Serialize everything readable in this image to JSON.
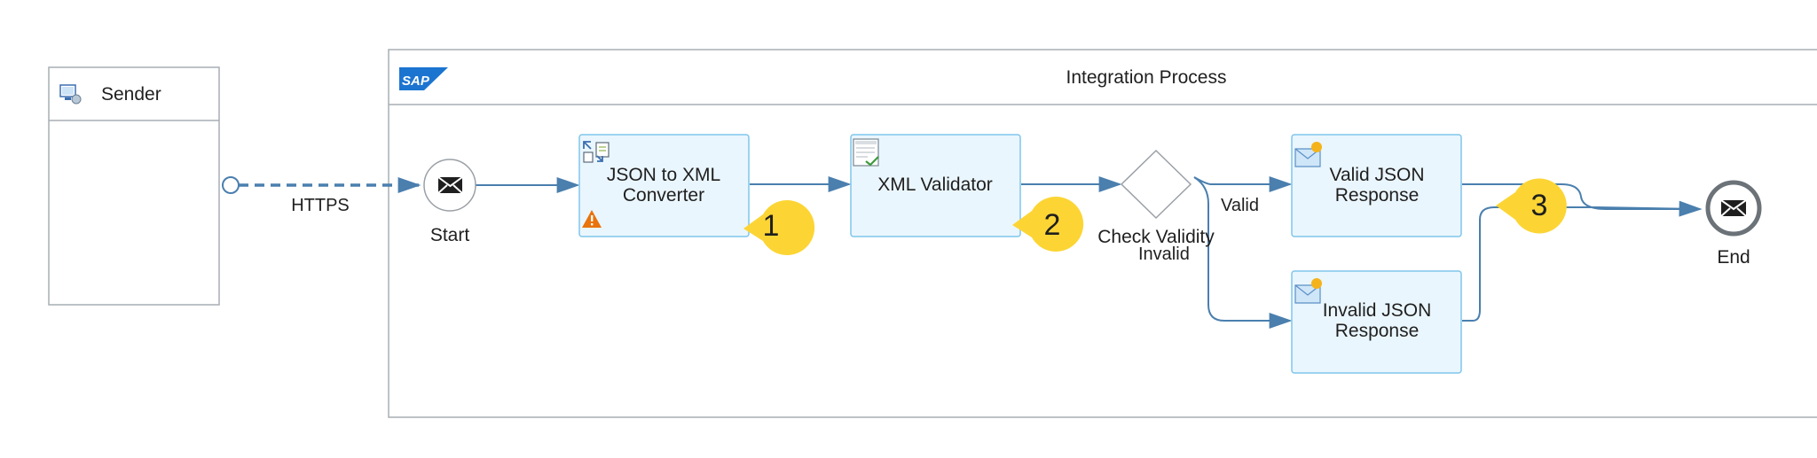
{
  "sender": {
    "label": "Sender"
  },
  "process": {
    "title": "Integration Process",
    "logo_text": "SAP"
  },
  "connection": {
    "label": "HTTPS"
  },
  "start": {
    "label": "Start"
  },
  "end": {
    "label": "End"
  },
  "steps": {
    "json_to_xml": {
      "line1": "JSON to XML",
      "line2": "Converter"
    },
    "xml_validator": {
      "label": "XML Validator"
    },
    "gateway": {
      "label": "Check Validity"
    },
    "valid_response": {
      "line1": "Valid JSON",
      "line2": "Response"
    },
    "invalid_response": {
      "line1": "Invalid JSON",
      "line2": "Response"
    }
  },
  "routes": {
    "valid": "Valid",
    "invalid": "Invalid"
  },
  "callouts": [
    "1",
    "2",
    "3"
  ],
  "colors": {
    "flow": "#4a7fae",
    "step_fill": "#eaf6fd",
    "step_border": "#7fc6eb",
    "pool_border": "#a7adb3",
    "callout": "#fcd535",
    "warning": "#e9730c",
    "sap_blue": "#1b75d0"
  }
}
